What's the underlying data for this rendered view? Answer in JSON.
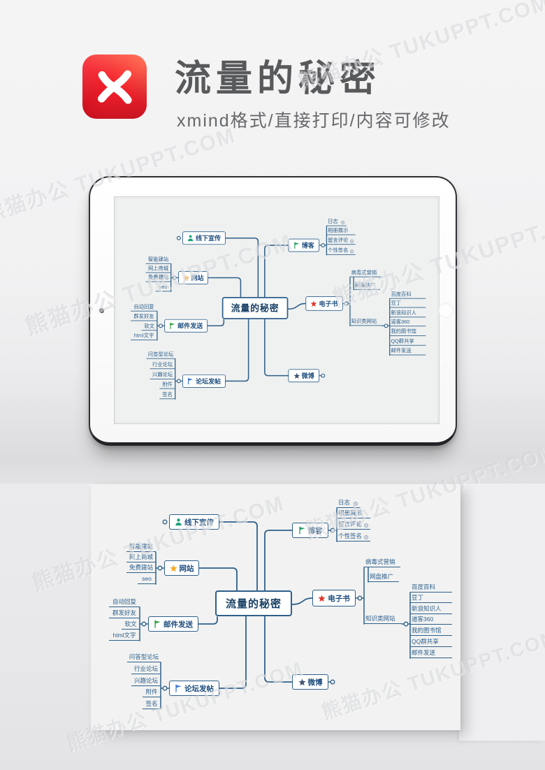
{
  "page": {
    "watermark_text": "熊猫办公 TUKUPPT.COM"
  },
  "header": {
    "title": "流量的秘密",
    "subtitle": "xmind格式/直接打印/内容可修改",
    "logo_brand": "xmind"
  },
  "mindmap": {
    "root": {
      "label": "流量的秘密"
    },
    "branches": {
      "offline": {
        "label": "线下宣传",
        "icon": "person-icon",
        "icon_color": "#1fa17e",
        "children": []
      },
      "website": {
        "label": "网站",
        "icon": "star-icon",
        "icon_color": "#f7a928",
        "children": [
          "智能建站",
          "网上商城",
          "免费建站",
          "seo"
        ]
      },
      "email": {
        "label": "邮件发送",
        "icon": "flag-icon",
        "icon_color": "#2f9e44",
        "children": [
          "自动回复",
          "群发好友",
          "软文",
          "html文字"
        ]
      },
      "forum": {
        "label": "论坛发帖",
        "icon": "flag-icon",
        "icon_color": "#3f7ad6",
        "children": [
          "问答型论坛",
          "行业论坛",
          "兴趣论坛",
          "附件",
          "签名"
        ]
      },
      "blog": {
        "label": "博客",
        "icon": "flag-icon",
        "icon_color": "#27a065",
        "children": [
          "日志",
          "相册展示",
          "留言评论",
          "个性签名"
        ],
        "marked": [
          "日志",
          "留言评论",
          "个性签名"
        ]
      },
      "ebook": {
        "label": "电子书",
        "icon": "star-icon",
        "icon_color": "#e0372b",
        "children": [
          {
            "label": "病毒式营销",
            "children": [
              "网盘推广"
            ]
          },
          {
            "label": "知识类网站",
            "children": [
              "百度百科",
              "豆丁",
              "新浪知识人",
              "道客360",
              "我的图书馆",
              "QQ群共享",
              "邮件发送"
            ]
          }
        ]
      },
      "weibo": {
        "label": "微博",
        "icon": "star-icon",
        "icon_color": "#44546f",
        "children": []
      }
    },
    "style": {
      "line_color": "#2e5f8a",
      "box_bg": "#ffffff",
      "text_color": "#1b4b7c",
      "canvas_bg": "#eff1f0",
      "marker_color": "#8d9db3"
    }
  }
}
